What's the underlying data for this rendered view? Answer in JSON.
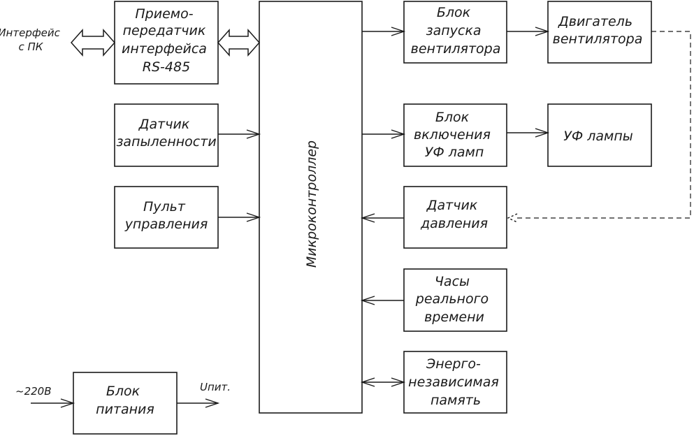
{
  "blocks": {
    "transceiver": [
      "Приемо-",
      "передатчик",
      "интерфейса",
      "RS-485"
    ],
    "dust_sensor": [
      "Датчик",
      "запыленности"
    ],
    "control_panel": [
      "Пульт",
      "управления"
    ],
    "microcontroller": "Микроконтроллер",
    "fan_start": [
      "Блок",
      "запуска",
      "вентилятора"
    ],
    "fan_motor": [
      "Двигатель",
      "вентилятора"
    ],
    "uv_switch": [
      "Блок",
      "включения",
      "УФ ламп"
    ],
    "uv_lamps": "УФ лампы",
    "pressure_sensor": [
      "Датчик",
      "давления"
    ],
    "rtc": [
      "Часы",
      "реального",
      "времени"
    ],
    "memory": [
      "Энерго-",
      "независимая",
      "память"
    ],
    "power_supply": [
      "Блок",
      "питания"
    ]
  },
  "labels": {
    "pc_interface": [
      "Интерфейс",
      "с ПК"
    ],
    "mains": "~220В",
    "supply": "Uпит."
  },
  "colors": {
    "line": "#1a1a1a",
    "background": "#ffffff"
  }
}
